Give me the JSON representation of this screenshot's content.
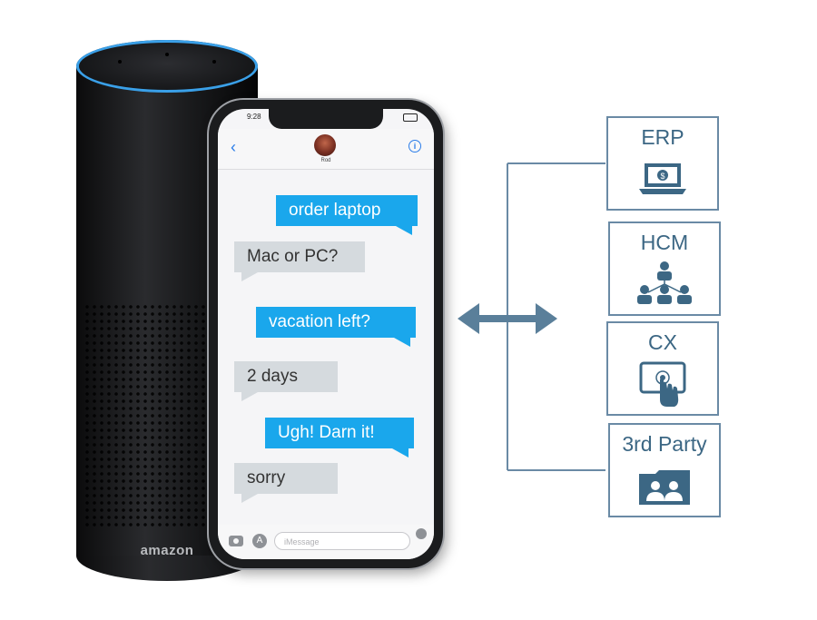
{
  "speaker": {
    "brand": "amazon"
  },
  "phone": {
    "status_time": "9:28",
    "contact_name": "Rod",
    "message_placeholder": "iMessage",
    "messages": [
      {
        "from": "user",
        "text": "order laptop"
      },
      {
        "from": "bot",
        "text": "Mac or PC?"
      },
      {
        "from": "user",
        "text": "vacation left?"
      },
      {
        "from": "bot",
        "text": "2 days"
      },
      {
        "from": "user",
        "text": "Ugh! Darn it!"
      },
      {
        "from": "bot",
        "text": "sorry"
      }
    ]
  },
  "systems": [
    {
      "label": "ERP",
      "icon": "laptop-dollar-icon"
    },
    {
      "label": "HCM",
      "icon": "org-chart-icon"
    },
    {
      "label": "CX",
      "icon": "touch-tablet-icon"
    },
    {
      "label": "3rd Party",
      "icon": "contact-folder-icon"
    }
  ],
  "colors": {
    "user_bubble": "#1aa7ec",
    "bot_bubble": "#d5dade",
    "diagram_line": "#6a8aa5",
    "diagram_text": "#3c6784",
    "arrow": "#5a7f9a",
    "echo_ring": "#3aa0e8"
  }
}
